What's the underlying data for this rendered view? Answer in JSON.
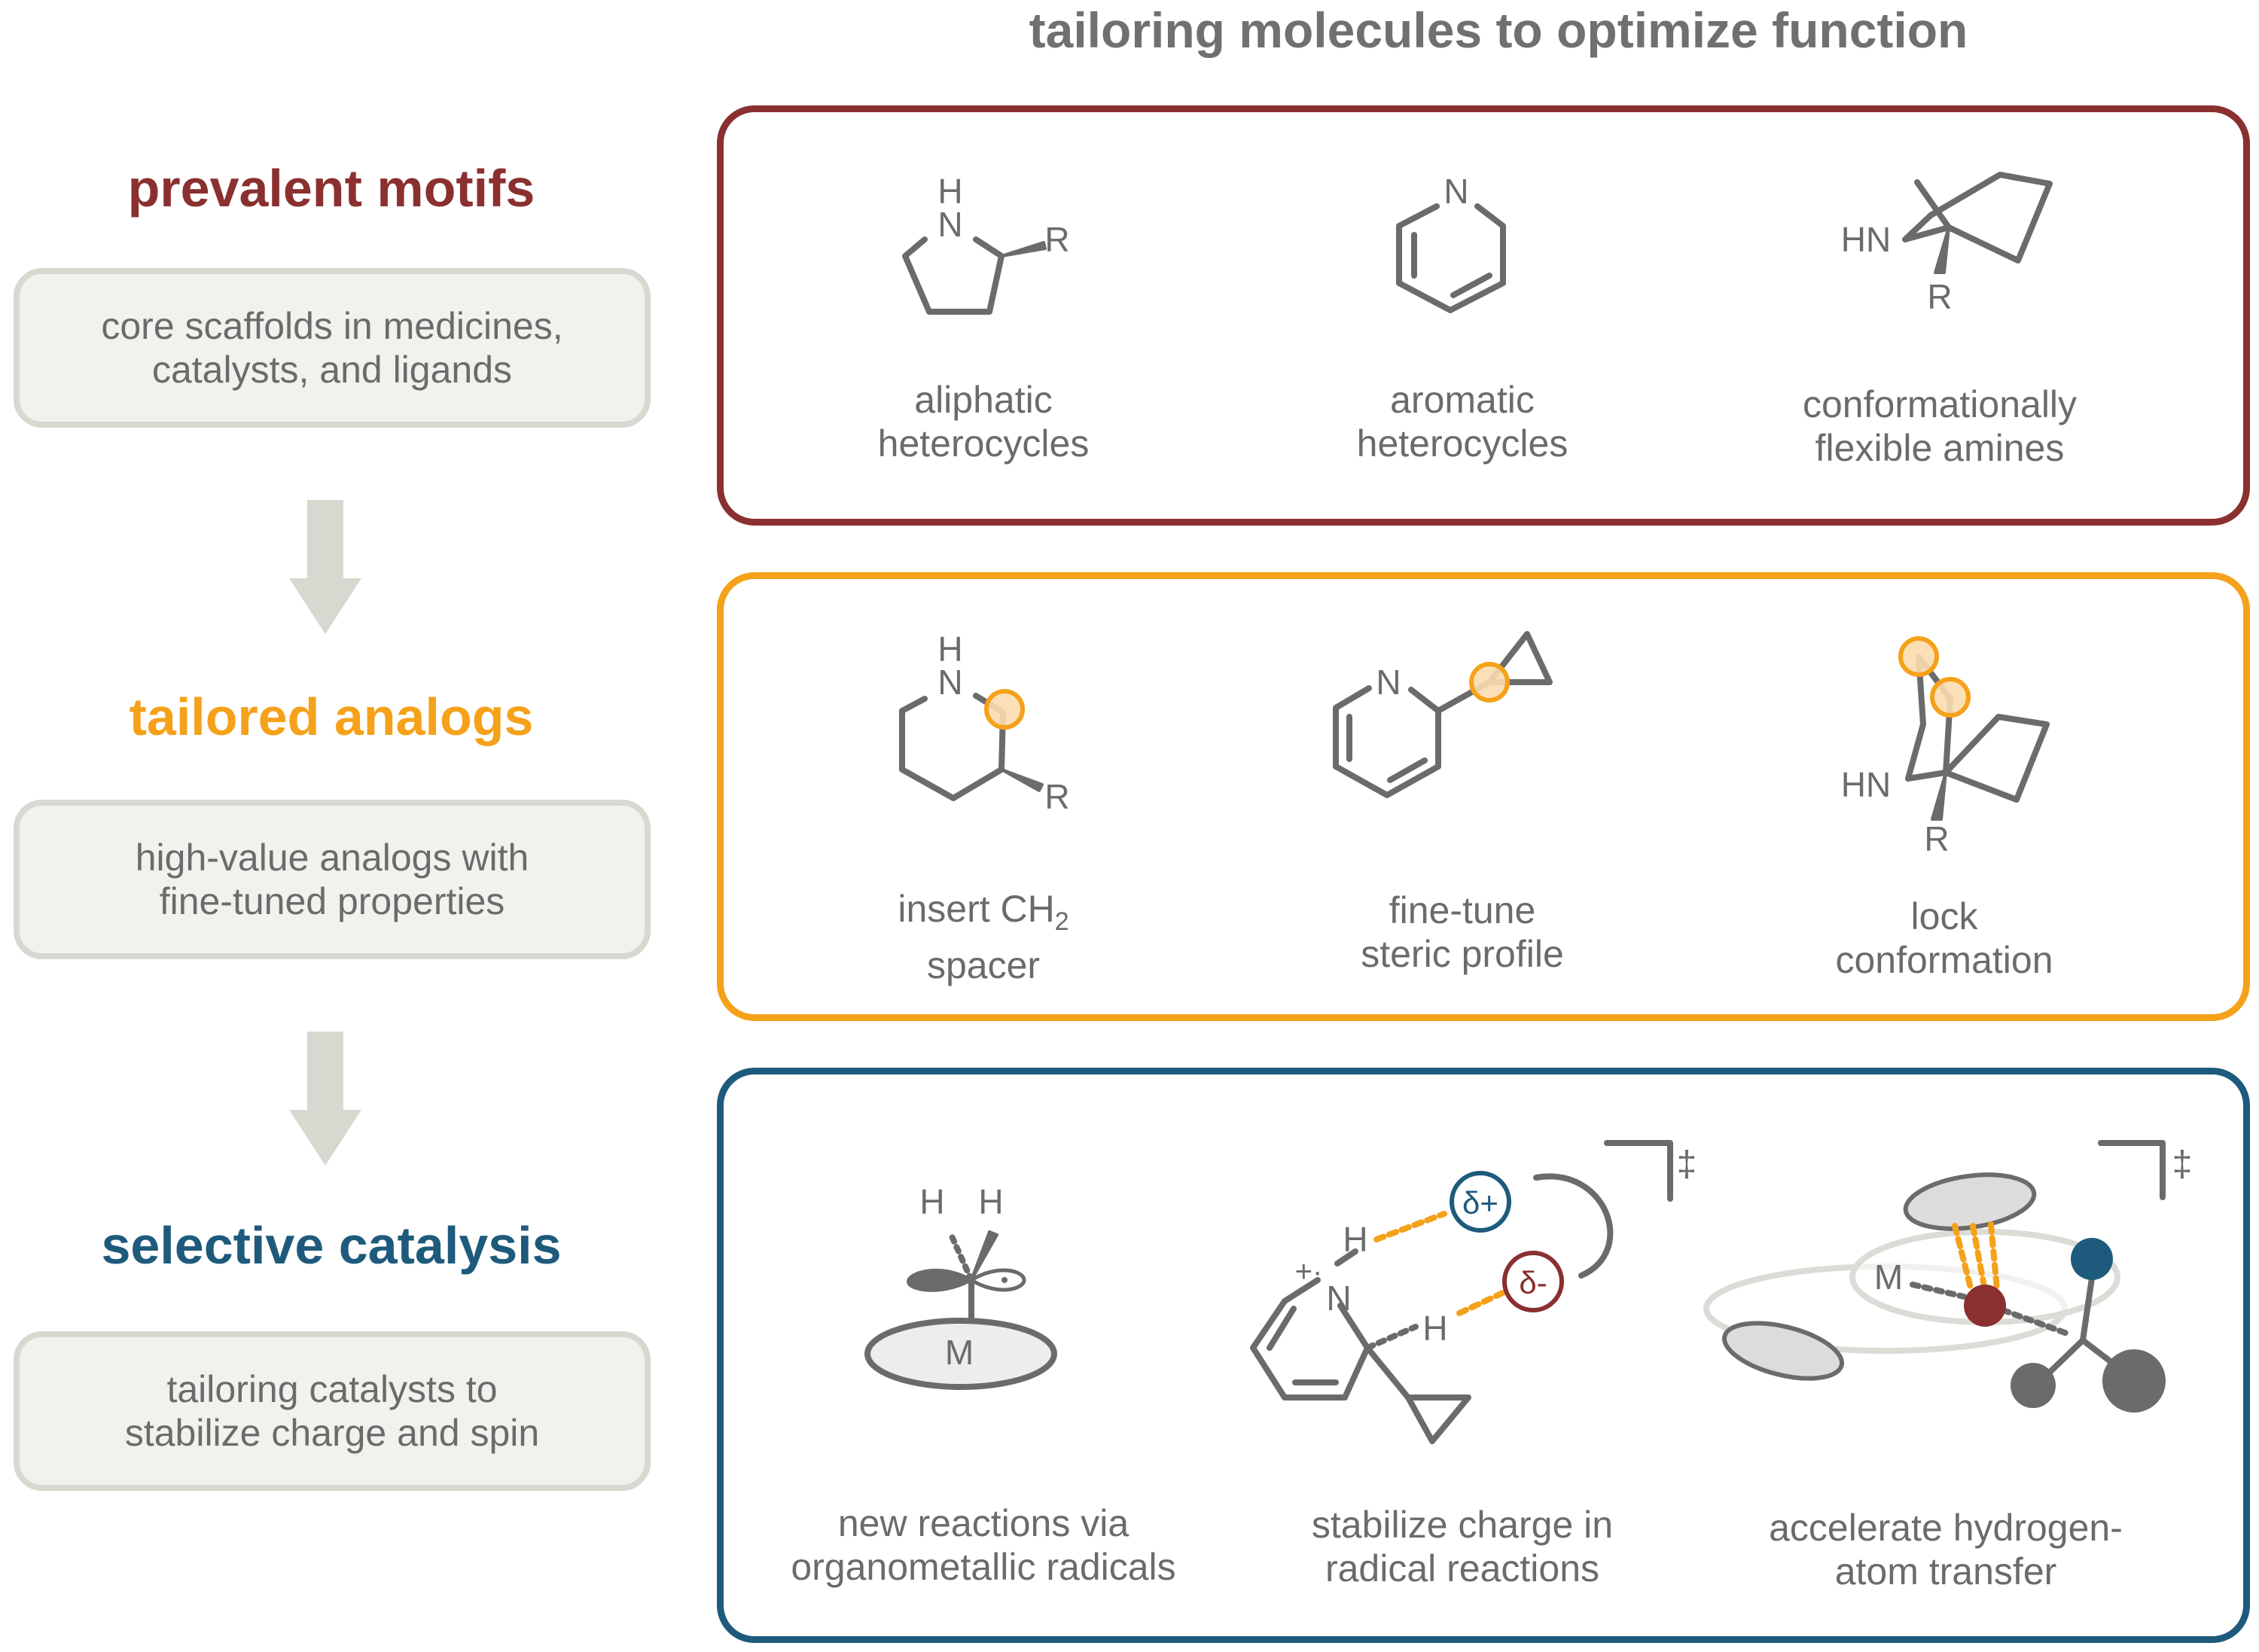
{
  "title": "tailoring molecules to optimize function",
  "colors": {
    "motifs": "#8a3030",
    "analogs": "#f5a11a",
    "catalysis": "#1e5a7c",
    "grey": "#6b6b6b",
    "box_bg": "#f1f1ee",
    "box_border": "#d8d8d0"
  },
  "sections": [
    {
      "title": "prevalent motifs",
      "description": [
        "core scaffolds in medicines,",
        "catalysts, and ligands"
      ],
      "items": [
        {
          "caption": [
            "aliphatic",
            "heterocycles"
          ]
        },
        {
          "caption": [
            "aromatic",
            "heterocycles"
          ]
        },
        {
          "caption": [
            "conformationally",
            "flexible amines"
          ]
        }
      ]
    },
    {
      "title": "tailored analogs",
      "description": [
        "high-value analogs with",
        "fine-tuned properties"
      ],
      "items": [
        {
          "caption_prefix": "insert CH",
          "caption_sub": "2",
          "caption_line2": "spacer"
        },
        {
          "caption": [
            "fine-tune",
            "steric profile"
          ]
        },
        {
          "caption": [
            "lock",
            "conformation"
          ]
        }
      ]
    },
    {
      "title": "selective catalysis",
      "description": [
        "tailoring catalysts to",
        "stabilize charge and spin"
      ],
      "items": [
        {
          "caption": [
            "new reactions via",
            "organometallic radicals"
          ]
        },
        {
          "caption": [
            "stabilize charge in",
            "radical reactions"
          ]
        },
        {
          "caption": [
            "accelerate hydrogen-",
            "atom transfer"
          ]
        }
      ]
    }
  ],
  "atom_labels": {
    "H": "H",
    "N": "N",
    "R": "R",
    "HN": "HN",
    "M": "M",
    "delta_plus": "δ+",
    "delta_minus": "δ-",
    "dagger": "‡",
    "plus_dot": "+·"
  }
}
